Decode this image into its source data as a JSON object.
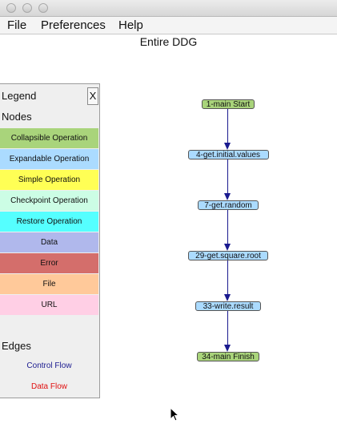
{
  "menu": {
    "file": "File",
    "preferences": "Preferences",
    "help": "Help"
  },
  "window_title": "Entire DDG",
  "legend": {
    "title": "Legend",
    "close_label": "X",
    "nodes_label": "Nodes",
    "edges_label": "Edges",
    "node_types": [
      {
        "label": "Collapsible Operation",
        "color": "#a9d47b"
      },
      {
        "label": "Expandable Operation",
        "color": "#abdbff"
      },
      {
        "label": "Simple Operation",
        "color": "#ffff55"
      },
      {
        "label": "Checkpoint Operation",
        "color": "#ccfde5"
      },
      {
        "label": "Restore Operation",
        "color": "#55ffff"
      },
      {
        "label": "Data",
        "color": "#b0b8ec"
      },
      {
        "label": "Error",
        "color": "#d46e6b"
      },
      {
        "label": "File",
        "color": "#ffc99a"
      },
      {
        "label": "URL",
        "color": "#ffcfe5"
      }
    ],
    "edge_types": [
      {
        "label": "Control Flow",
        "color": "#1a1a8f"
      },
      {
        "label": "Data Flow",
        "color": "#e01010"
      }
    ]
  },
  "graph": {
    "nodes": [
      {
        "label": "1-main Start",
        "color": "#a9d47b"
      },
      {
        "label": "4-get.initial.values",
        "color": "#abdbff"
      },
      {
        "label": "7-get.random",
        "color": "#abdbff"
      },
      {
        "label": "29-get.square.root",
        "color": "#abdbff"
      },
      {
        "label": "33-write.result",
        "color": "#abdbff"
      },
      {
        "label": "34-main Finish",
        "color": "#a9d47b"
      }
    ]
  }
}
